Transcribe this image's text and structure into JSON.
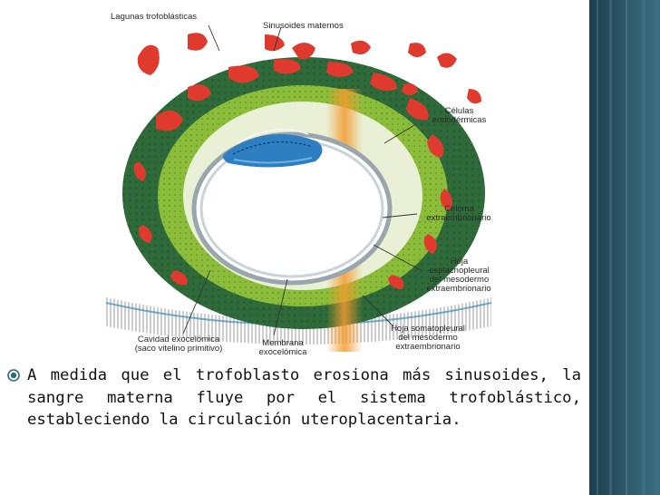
{
  "slide": {
    "colors": {
      "accent_bar": "#2c5566",
      "maternal_sinusoids": "#e03a2f",
      "syncytiotrophoblast": "#2f6b3a",
      "cytotrophoblast": "#8cbd3a",
      "embryonic_disc": "#2d7fc1",
      "text": "#111111"
    },
    "diagram": {
      "labels": {
        "lagunas": "Lagunas trofoblásticas",
        "sinusoides": "Sinusoides maternos",
        "celulas_1": "Células",
        "celulas_2": "endodérmicas",
        "celoma_1": "Celoma",
        "celoma_2": "extraembrionario",
        "hoja_esp_1": "Hoja",
        "hoja_esp_2": "esplacnopleural",
        "hoja_esp_3": "del mesodermo",
        "hoja_esp_4": "extraembrionario",
        "hoja_som_1": "Hoja somatopleural",
        "hoja_som_2": "del mesodermo",
        "hoja_som_3": "extraembrionario",
        "cavidad_1": "Cavidad exocelómica",
        "cavidad_2": "(saco vitelino primitivo)",
        "membrana_1": "Membrana",
        "membrana_2": "exocelómica"
      }
    },
    "bullet": {
      "icon": "circle-bullet-icon",
      "text": "A medida que el trofoblasto erosiona más sinusoides, la sangre materna fluye por el sistema trofoblástico, estableciendo la circulación uteroplacentaria."
    }
  }
}
